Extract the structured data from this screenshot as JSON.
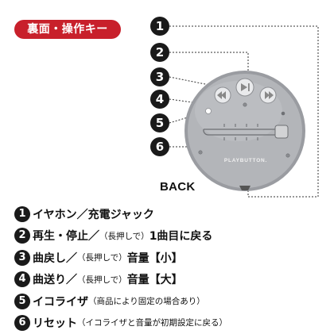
{
  "badge": {
    "title": "裏面・操作キー"
  },
  "diagram": {
    "brand": "PLAYBUTTON.",
    "back_label": "BACK",
    "callout_numbers": [
      "1",
      "2",
      "3",
      "4",
      "5",
      "6"
    ]
  },
  "legend": [
    {
      "num": "1",
      "main": "イヤホン／充電ジャック",
      "paren": "",
      "after": ""
    },
    {
      "num": "2",
      "main": "再生・停止／",
      "paren": "（長押しで）",
      "after": "1曲目に戻る"
    },
    {
      "num": "3",
      "main": "曲戻し／",
      "paren": "（長押しで）",
      "after": "音量【小】"
    },
    {
      "num": "4",
      "main": "曲送り／",
      "paren": "（長押しで）",
      "after": "音量【大】"
    },
    {
      "num": "5",
      "main": "イコライザ",
      "paren": "（商品により固定の場合あり）",
      "after": ""
    },
    {
      "num": "6",
      "main": "リセット",
      "paren": "（イコライザと音量が初期設定に戻る）",
      "after": ""
    }
  ],
  "colors": {
    "accent": "#c8202b",
    "device": "#9a9ca1",
    "device_face": "#b3b5b9",
    "dark": "#1a1a1a"
  }
}
